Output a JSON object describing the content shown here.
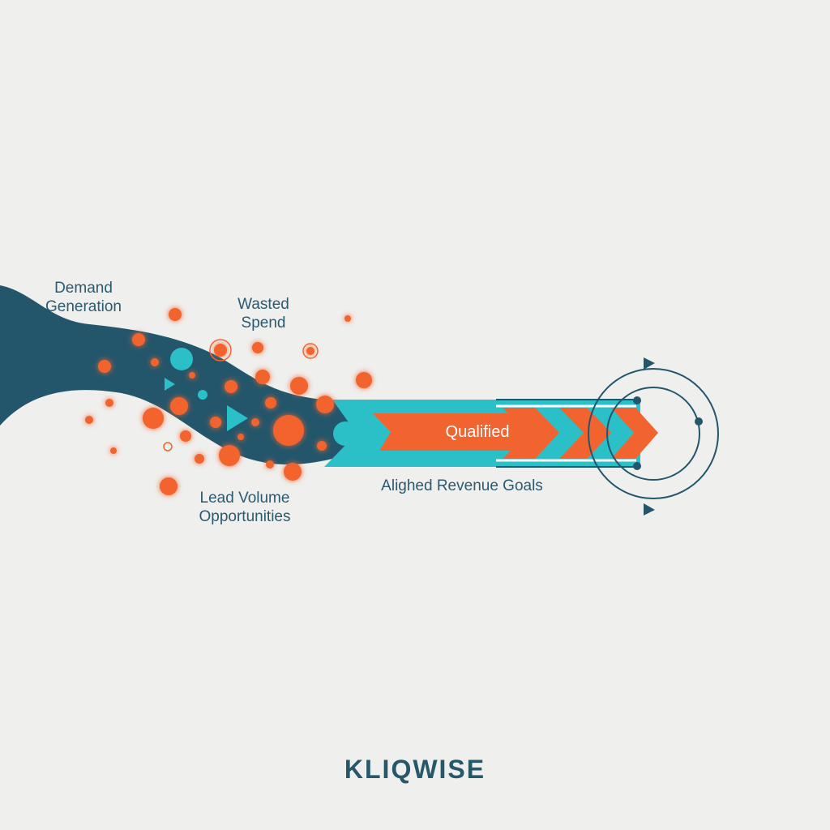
{
  "diagram": {
    "labels": {
      "demand_generation": [
        "Demand",
        "Generation"
      ],
      "wasted_spend": [
        "Wasted",
        "Spend"
      ],
      "lead_volume": [
        "Lead Volume",
        "Opportunities"
      ],
      "qualified": "Qualified",
      "aligned_revenue_goals": "Alighed Revenue Goals"
    },
    "colors": {
      "dark_teal": "#24566b",
      "cyan": "#2bbfc8",
      "orange": "#f2642f",
      "background": "#efefee"
    },
    "icons": [
      "play-arrow-icon",
      "chevron-arrow-icon",
      "target-ring-icon"
    ]
  },
  "brand": {
    "name": "KLIQWISE"
  }
}
